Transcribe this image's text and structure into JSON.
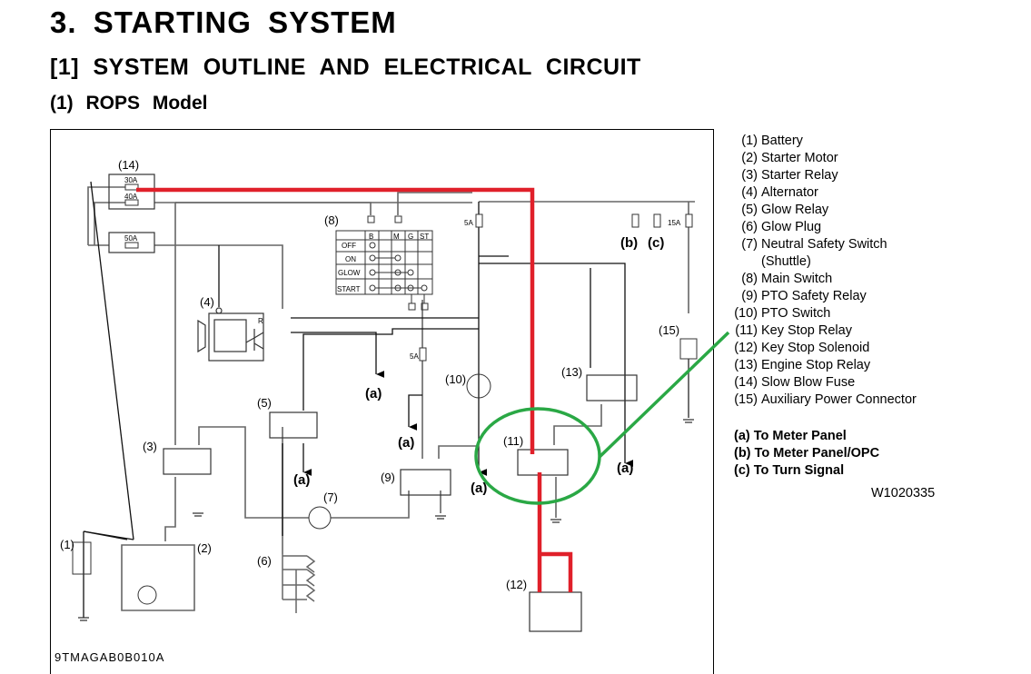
{
  "document": {
    "section_title": "3.  STARTING  SYSTEM",
    "subsection_title": "[1]  SYSTEM  OUTLINE  AND  ELECTRICAL  CIRCUIT",
    "model_title": "(1)  ROPS Model",
    "figure_code_partial": "9TMAGAB0B010A",
    "doc_code": "W1020335"
  },
  "legend": [
    {
      "num": "(1)",
      "label": "Battery"
    },
    {
      "num": "(2)",
      "label": "Starter Motor"
    },
    {
      "num": "(3)",
      "label": "Starter Relay"
    },
    {
      "num": "(4)",
      "label": "Alternator"
    },
    {
      "num": "(5)",
      "label": "Glow Relay"
    },
    {
      "num": "(6)",
      "label": "Glow Plug"
    },
    {
      "num": "(7)",
      "label": "Neutral Safety Switch",
      "cont": "(Shuttle)"
    },
    {
      "num": "(8)",
      "label": "Main Switch"
    },
    {
      "num": "(9)",
      "label": "PTO Safety Relay"
    },
    {
      "num": "(10)",
      "label": "PTO Switch"
    },
    {
      "num": "(11)",
      "label": "Key Stop Relay"
    },
    {
      "num": "(12)",
      "label": "Key Stop Solenoid"
    },
    {
      "num": "(13)",
      "label": "Engine Stop Relay"
    },
    {
      "num": "(14)",
      "label": "Slow Blow Fuse"
    },
    {
      "num": "(15)",
      "label": "Auxiliary Power Connector"
    }
  ],
  "notes": [
    {
      "key": "(a)",
      "label": "To Meter Panel"
    },
    {
      "key": "(b)",
      "label": "To Meter Panel/OPC"
    },
    {
      "key": "(c)",
      "label": "To Turn Signal"
    }
  ],
  "diagram": {
    "component_labels": {
      "c1": "(1)",
      "c2": "(2)",
      "c3": "(3)",
      "c4": "(4)",
      "c5": "(5)",
      "c6": "(6)",
      "c7": "(7)",
      "c8": "(8)",
      "c9": "(9)",
      "c10": "(10)",
      "c11": "(11)",
      "c12": "(12)",
      "c13": "(13)",
      "c14": "(14)",
      "c15": "(15)"
    },
    "fuses": {
      "f30": "30A",
      "f40": "40A",
      "f50": "50A",
      "f5a_top": "5A",
      "f5a_mid": "5A",
      "f15a": "15A"
    },
    "main_switch": {
      "columns": [
        "B",
        "M",
        "G",
        "ST"
      ],
      "rows": [
        "OFF",
        "ON",
        "GLOW",
        "START"
      ]
    },
    "alternator_terminal": "R",
    "refs": {
      "a": "(a)",
      "b": "(b)",
      "c": "(c)"
    },
    "annotation_colors": {
      "highlight_wire": "#e0202a",
      "callout": "#2aa845"
    }
  }
}
